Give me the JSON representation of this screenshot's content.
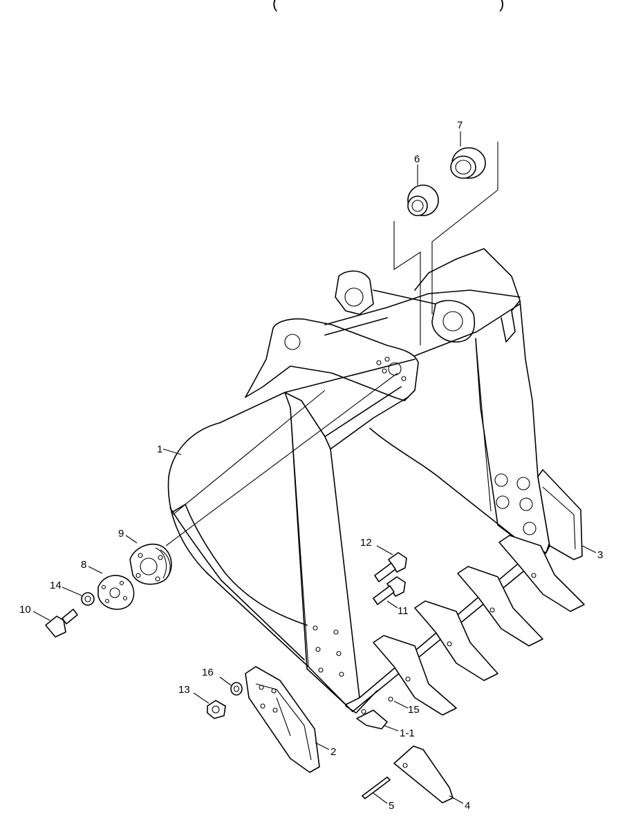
{
  "header": {
    "bracket_left": "(",
    "bracket_right": ")"
  },
  "callouts": [
    {
      "id": "p1",
      "text": "1"
    },
    {
      "id": "p1_1",
      "text": "1-1"
    },
    {
      "id": "p2",
      "text": "2"
    },
    {
      "id": "p3",
      "text": "3"
    },
    {
      "id": "p4",
      "text": "4"
    },
    {
      "id": "p5",
      "text": "5"
    },
    {
      "id": "p6",
      "text": "6"
    },
    {
      "id": "p7",
      "text": "7"
    },
    {
      "id": "p8",
      "text": "8"
    },
    {
      "id": "p9",
      "text": "9"
    },
    {
      "id": "p10",
      "text": "10"
    },
    {
      "id": "p11",
      "text": "11"
    },
    {
      "id": "p12",
      "text": "12"
    },
    {
      "id": "p13",
      "text": "13"
    },
    {
      "id": "p14",
      "text": "14"
    },
    {
      "id": "p15",
      "text": "15"
    },
    {
      "id": "p16",
      "text": "16"
    }
  ]
}
